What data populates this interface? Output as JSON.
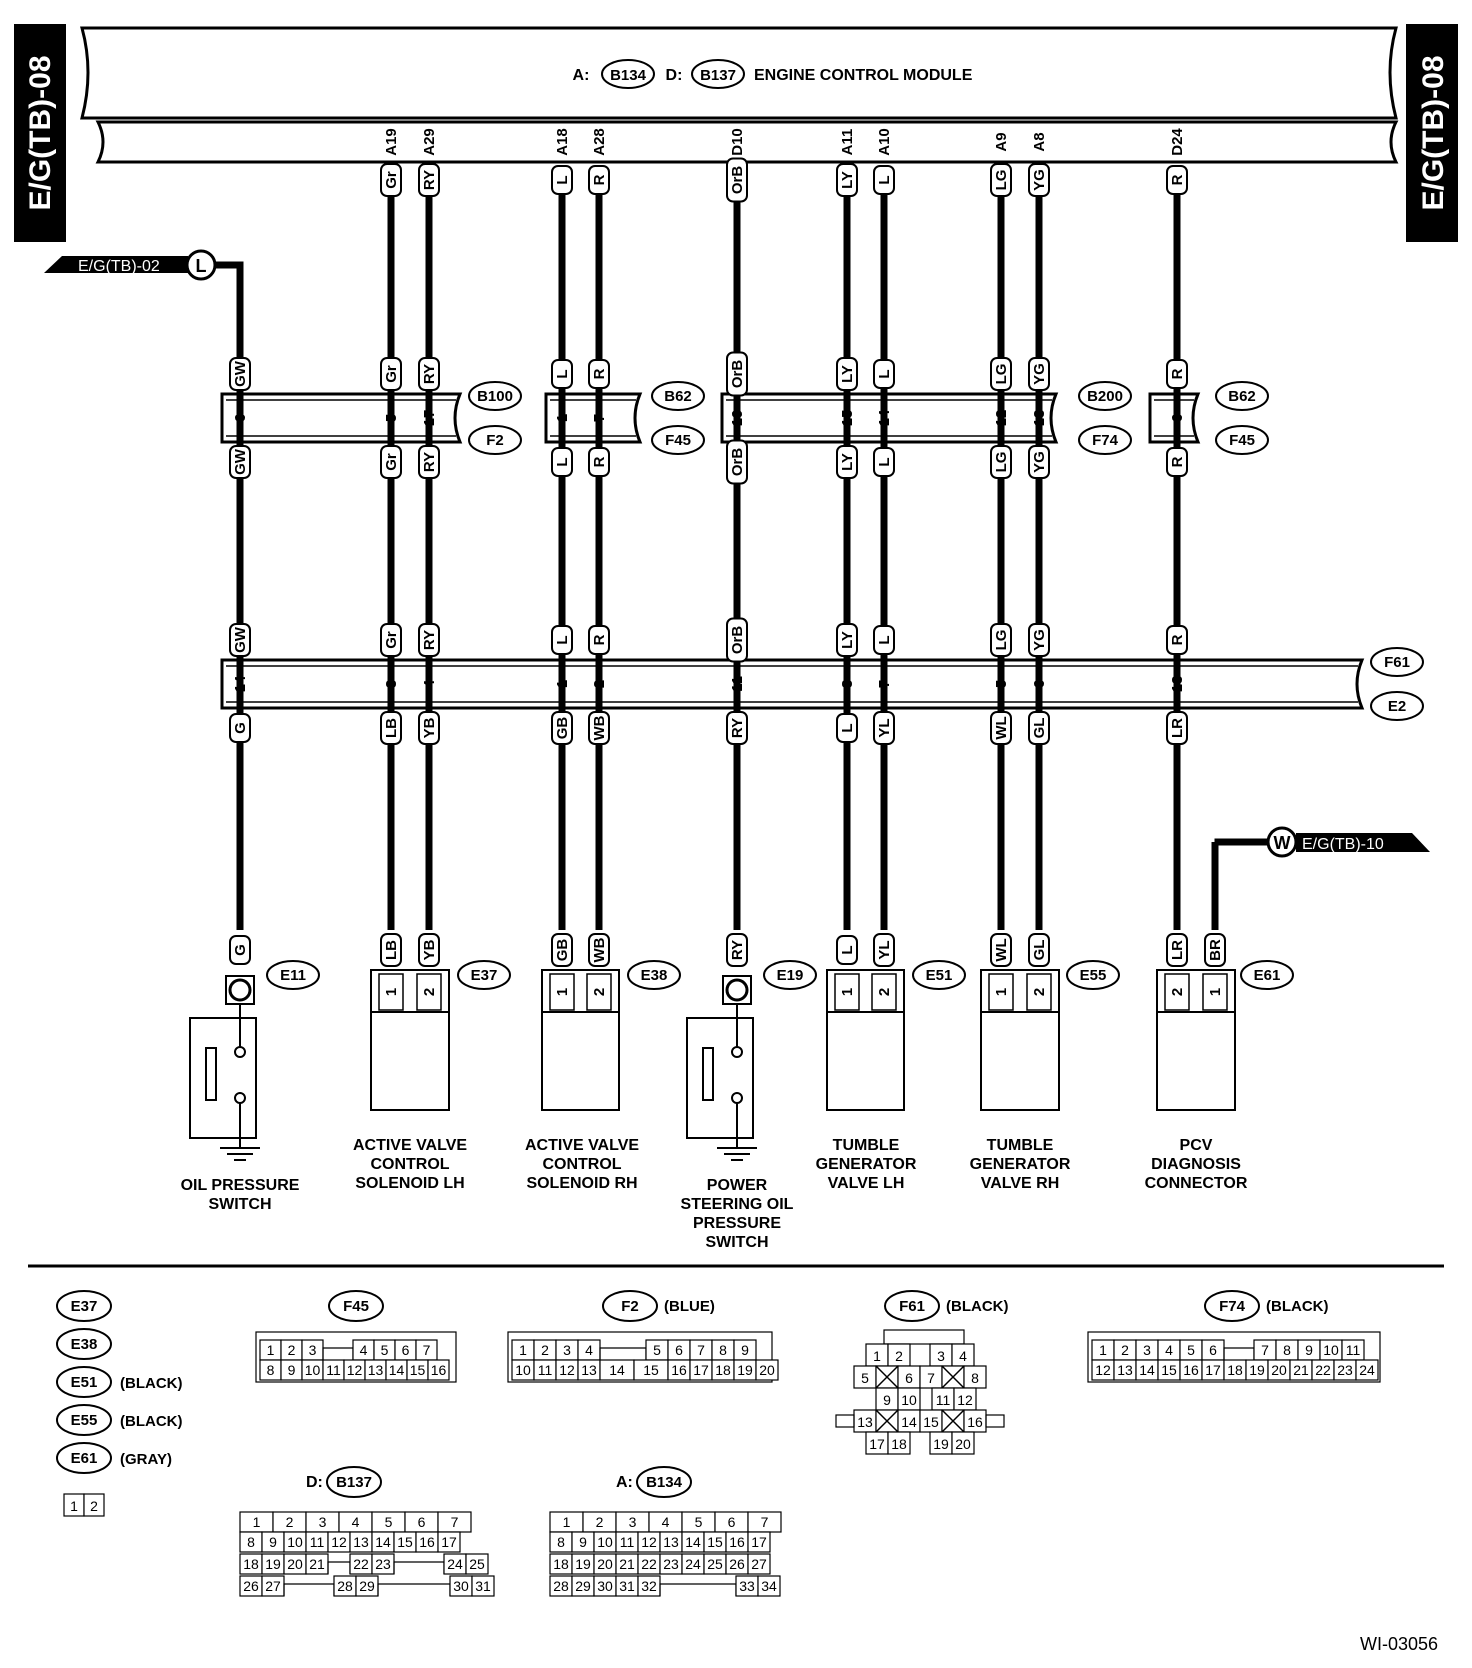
{
  "page_ref": {
    "left": "E/G(TB)-08",
    "right": "E/G(TB)-08",
    "figure_id": "WI-03056"
  },
  "ecm": {
    "a_prefix": "A:",
    "a_code": "B134",
    "d_prefix": "D:",
    "d_code": "B137",
    "title": "ENGINE CONTROL MODULE"
  },
  "refs": {
    "left_page": "E/G(TB)-02",
    "left_letter": "L",
    "right_page": "E/G(TB)-10",
    "right_letter": "W"
  },
  "wires": [
    {
      "ecm_pin": "",
      "top": "GW",
      "joint1_pin": "6",
      "mid": "GW",
      "f61_pin": "14",
      "bottom": "G",
      "end_label": "G",
      "dev_pin": ""
    },
    {
      "ecm_pin": "A19",
      "top": "Gr",
      "joint1_pin": "5",
      "mid": "Gr",
      "f61_pin": "3",
      "bottom": "LB",
      "end_label": "LB",
      "dev_pin": "1"
    },
    {
      "ecm_pin": "A29",
      "top": "RY",
      "joint1_pin": "17",
      "mid": "RY",
      "f61_pin": "4",
      "bottom": "YB",
      "end_label": "YB",
      "dev_pin": "2"
    },
    {
      "ecm_pin": "A18",
      "top": "L",
      "joint1_pin": "1",
      "mid": "L",
      "f61_pin": "1",
      "bottom": "GB",
      "end_label": "GB",
      "dev_pin": "1"
    },
    {
      "ecm_pin": "A28",
      "top": "R",
      "joint1_pin": "7",
      "mid": "R",
      "f61_pin": "2",
      "bottom": "WB",
      "end_label": "WB",
      "dev_pin": "2"
    },
    {
      "ecm_pin": "D10",
      "top": "OrB",
      "joint1_pin": "19",
      "mid": "OrB",
      "f61_pin": "11",
      "bottom": "RY",
      "end_label": "RY",
      "dev_pin": ""
    },
    {
      "ecm_pin": "A11",
      "top": "LY",
      "joint1_pin": "15",
      "mid": "LY",
      "f61_pin": "8",
      "bottom": "L",
      "end_label": "L",
      "dev_pin": "1"
    },
    {
      "ecm_pin": "A10",
      "top": "L",
      "joint1_pin": "14",
      "mid": "L",
      "f61_pin": "7",
      "bottom": "YL",
      "end_label": "YL",
      "dev_pin": "2"
    },
    {
      "ecm_pin": "A9",
      "top": "LG",
      "joint1_pin": "12",
      "mid": "LG",
      "f61_pin": "5",
      "bottom": "WL",
      "end_label": "WL",
      "dev_pin": "1"
    },
    {
      "ecm_pin": "A8",
      "top": "YG",
      "joint1_pin": "13",
      "mid": "YG",
      "f61_pin": "6",
      "bottom": "GL",
      "end_label": "GL",
      "dev_pin": "2"
    },
    {
      "ecm_pin": "D24",
      "top": "R",
      "joint1_pin": "6",
      "mid": "R",
      "f61_pin": "13",
      "bottom": "LR",
      "end_label": "LR",
      "dev_pin": "2"
    },
    {
      "ecm_pin": "",
      "top": "",
      "joint1_pin": "",
      "mid": "",
      "f61_pin": "",
      "bottom": "",
      "end_label": "BR",
      "dev_pin": "1"
    }
  ],
  "joints": [
    {
      "top": "B100",
      "bottom": "F2"
    },
    {
      "top": "B62",
      "bottom": "F45"
    },
    {
      "top": "B200",
      "bottom": "F74"
    },
    {
      "top": "B62",
      "bottom": "F45"
    },
    {
      "top": "F61",
      "bottom": "E2"
    }
  ],
  "devices": [
    {
      "code": "E11",
      "name": [
        "OIL PRESSURE",
        "SWITCH"
      ]
    },
    {
      "code": "E37",
      "name": [
        "ACTIVE VALVE",
        "CONTROL",
        "SOLENOID LH"
      ]
    },
    {
      "code": "E38",
      "name": [
        "ACTIVE VALVE",
        "CONTROL",
        "SOLENOID RH"
      ]
    },
    {
      "code": "E19",
      "name": [
        "POWER",
        "STEERING OIL",
        "PRESSURE",
        "SWITCH"
      ]
    },
    {
      "code": "E51",
      "name": [
        "TUMBLE",
        "GENERATOR",
        "VALVE LH"
      ]
    },
    {
      "code": "E55",
      "name": [
        "TUMBLE",
        "GENERATOR",
        "VALVE RH"
      ]
    },
    {
      "code": "E61",
      "name": [
        "PCV",
        "DIAGNOSIS",
        "CONNECTOR"
      ]
    }
  ],
  "legend": {
    "small": [
      {
        "code": "E37",
        "color": ""
      },
      {
        "code": "E38",
        "color": ""
      },
      {
        "code": "E51",
        "color": "(BLACK)"
      },
      {
        "code": "E55",
        "color": "(BLACK)"
      },
      {
        "code": "E61",
        "color": "(GRAY)"
      }
    ],
    "small_cells": [
      "1",
      "2"
    ],
    "f45": {
      "code": "F45",
      "color": "",
      "row1": [
        "1",
        "2",
        "3",
        "",
        "4",
        "5",
        "6",
        "7"
      ],
      "row2": [
        "8",
        "9",
        "10",
        "11",
        "12",
        "13",
        "14",
        "15",
        "16"
      ]
    },
    "f2": {
      "code": "F2",
      "color": "(BLUE)",
      "row1": [
        "1",
        "2",
        "3",
        "4",
        "",
        "5",
        "6",
        "7",
        "8",
        "9"
      ],
      "row2": [
        "10",
        "11",
        "12",
        "13",
        "14",
        "15",
        "16",
        "17",
        "18",
        "19",
        "20"
      ]
    },
    "f61": {
      "code": "F61",
      "color": "(BLACK)",
      "cells": [
        "1",
        "2",
        "3",
        "4",
        "5",
        "6",
        "7",
        "8",
        "9",
        "10",
        "11",
        "12",
        "13",
        "14",
        "15",
        "16",
        "17",
        "18",
        "19",
        "20"
      ]
    },
    "f74": {
      "code": "F74",
      "color": "(BLACK)",
      "row1": [
        "1",
        "2",
        "3",
        "4",
        "5",
        "6",
        "",
        "7",
        "8",
        "9",
        "10",
        "11"
      ],
      "row2": [
        "12",
        "13",
        "14",
        "15",
        "16",
        "17",
        "18",
        "19",
        "20",
        "21",
        "22",
        "23",
        "24"
      ]
    },
    "b137": {
      "prefix": "D:",
      "code": "B137",
      "rows": [
        [
          "1",
          "2",
          "3",
          "4",
          "5",
          "6",
          "7"
        ],
        [
          "8",
          "9",
          "10",
          "11",
          "12",
          "13",
          "14",
          "15",
          "16",
          "17"
        ],
        [
          "18",
          "19",
          "20",
          "21",
          "22",
          "23",
          "24",
          "25"
        ],
        [
          "26",
          "27",
          "28",
          "29",
          "30",
          "31"
        ]
      ]
    },
    "b134": {
      "prefix": "A:",
      "code": "B134",
      "rows": [
        [
          "1",
          "2",
          "3",
          "4",
          "5",
          "6",
          "7"
        ],
        [
          "8",
          "9",
          "10",
          "11",
          "12",
          "13",
          "14",
          "15",
          "16",
          "17"
        ],
        [
          "18",
          "19",
          "20",
          "21",
          "22",
          "23",
          "24",
          "25",
          "26",
          "27"
        ],
        [
          "28",
          "29",
          "30",
          "31",
          "32",
          "33",
          "34"
        ]
      ]
    }
  }
}
